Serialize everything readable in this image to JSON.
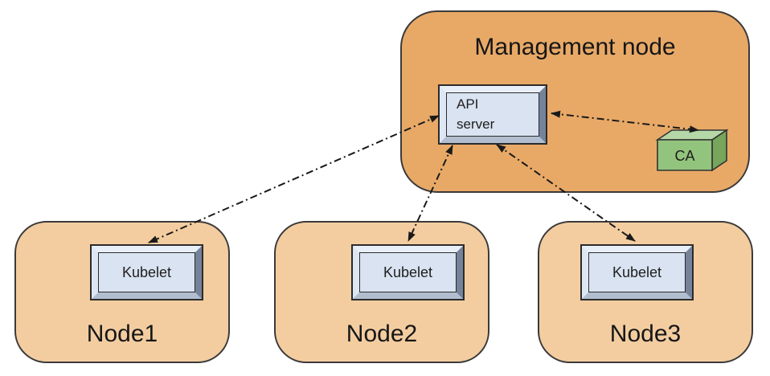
{
  "diagram": {
    "management_node": {
      "title": "Management node",
      "api_server": {
        "label_line1": "API",
        "label_line2": "server"
      },
      "ca": {
        "label": "CA"
      }
    },
    "nodes": [
      {
        "label": "Node1",
        "component": "Kubelet"
      },
      {
        "label": "Node2",
        "component": "Kubelet"
      },
      {
        "label": "Node3",
        "component": "Kubelet"
      }
    ],
    "edges": [
      {
        "from": "api-server",
        "to": "kubelet-node1",
        "style": "dash-dot",
        "bidirectional": true
      },
      {
        "from": "api-server",
        "to": "kubelet-node2",
        "style": "dash-dot",
        "bidirectional": true
      },
      {
        "from": "api-server",
        "to": "kubelet-node3",
        "style": "dash-dot",
        "bidirectional": true
      },
      {
        "from": "api-server",
        "to": "ca",
        "style": "dash-dot",
        "bidirectional": true
      }
    ],
    "colors": {
      "management_node_fill": "#e8a967",
      "worker_node_fill": "#f3cda0",
      "component_face": "#d9e3f1",
      "ca_front": "#93c47d",
      "ca_top": "#b6d7a8",
      "ca_side": "#76a55b",
      "outline": "#333333",
      "connector": "#1a1a1a"
    }
  }
}
